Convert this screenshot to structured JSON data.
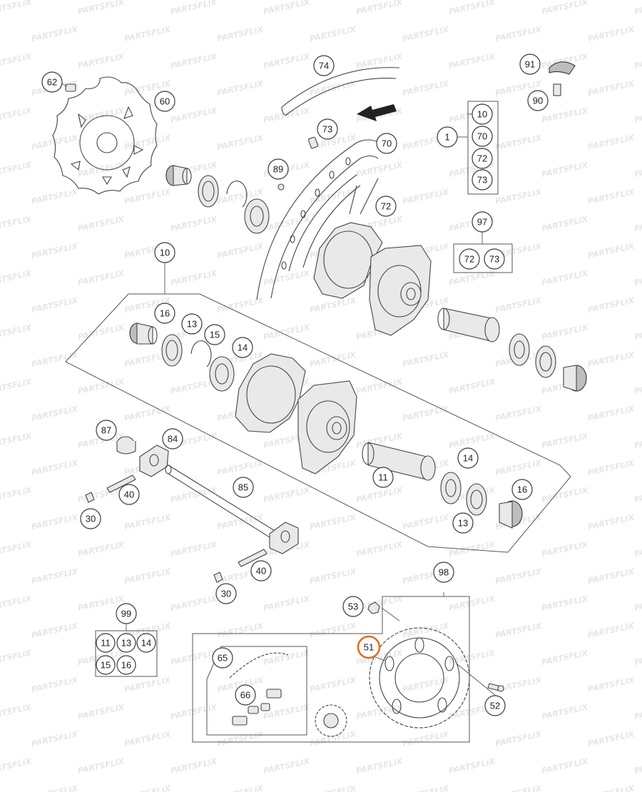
{
  "diagram": {
    "watermark": "PARTSFLIX",
    "selected_callout": "51",
    "callouts": [
      "74",
      "62",
      "60",
      "73",
      "89",
      "70",
      "72",
      "10",
      "16",
      "13",
      "15",
      "14",
      "87",
      "84",
      "40",
      "30",
      "85",
      "11",
      "97",
      "91",
      "90",
      "1",
      "99",
      "65",
      "66",
      "53",
      "98",
      "51",
      "52"
    ],
    "box_1_items": [
      "10",
      "70",
      "72",
      "73"
    ],
    "box_97_items": [
      "72",
      "73"
    ],
    "box_99_items": [
      "11",
      "13",
      "14",
      "15",
      "16"
    ]
  }
}
